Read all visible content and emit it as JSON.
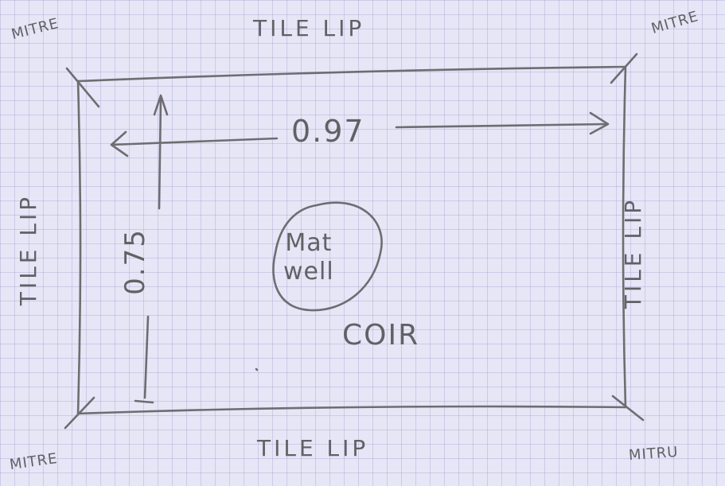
{
  "labels": {
    "corner_top_left": "MITRE",
    "corner_top_right": "MITRE",
    "corner_bottom_left": "MITRE",
    "corner_bottom_right": "MITRU",
    "edge_top": "TILE LIP",
    "edge_bottom": "TILE LIP",
    "edge_left": "TILE LIP",
    "edge_right": "TILE LIP",
    "width_dimension": "0.97",
    "height_dimension": "0.75",
    "mat_well_line1": "Mat",
    "mat_well_line2": "well",
    "material": "COIR"
  }
}
